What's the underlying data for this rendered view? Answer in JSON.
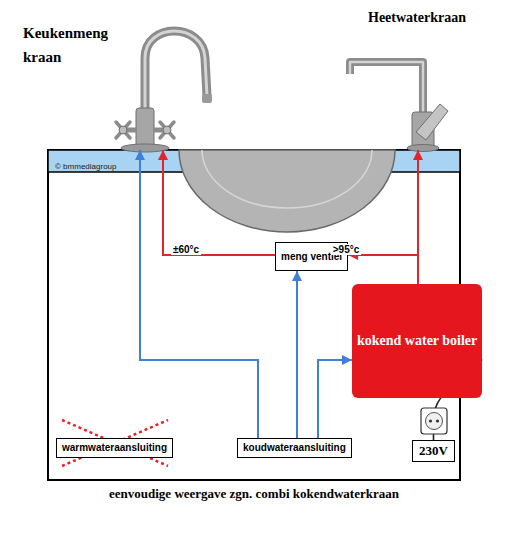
{
  "diagram": {
    "caption": "eenvoudige weergave zgn. combi kokendwaterkraan",
    "nodes": [
      {
        "text": [
          "Keukenmeng kraan"
        ]
      },
      {
        "text": [
          "Heetwaterkraan"
        ]
      },
      {
        "text": [
          "meng ventiel"
        ]
      },
      {
        "text": [
          "kokend water boiler"
        ]
      },
      {
        "text": [
          "warmwateraansluiting"
        ]
      },
      {
        "text": [
          "koudwateraansluiting"
        ]
      },
      {
        "text": [
          "230V"
        ]
      }
    ],
    "edges": [
      {
        "from": 5,
        "to": 0,
        "arrow": "to"
      },
      {
        "from": 5,
        "to": 2,
        "arrow": "to"
      },
      {
        "from": 5,
        "to": 3,
        "arrow": "to"
      },
      {
        "from": 3,
        "to": 1,
        "arrow": "to"
      },
      {
        "from": 3,
        "to": 2,
        "label": ">95°c",
        "arrow": "to"
      },
      {
        "from": 2,
        "to": 0,
        "label": "±60°c",
        "arrow": "to"
      },
      {
        "from": 3,
        "to": 6,
        "arrow": "none"
      }
    ],
    "labels": [
      "© bmmediagroup"
    ]
  }
}
